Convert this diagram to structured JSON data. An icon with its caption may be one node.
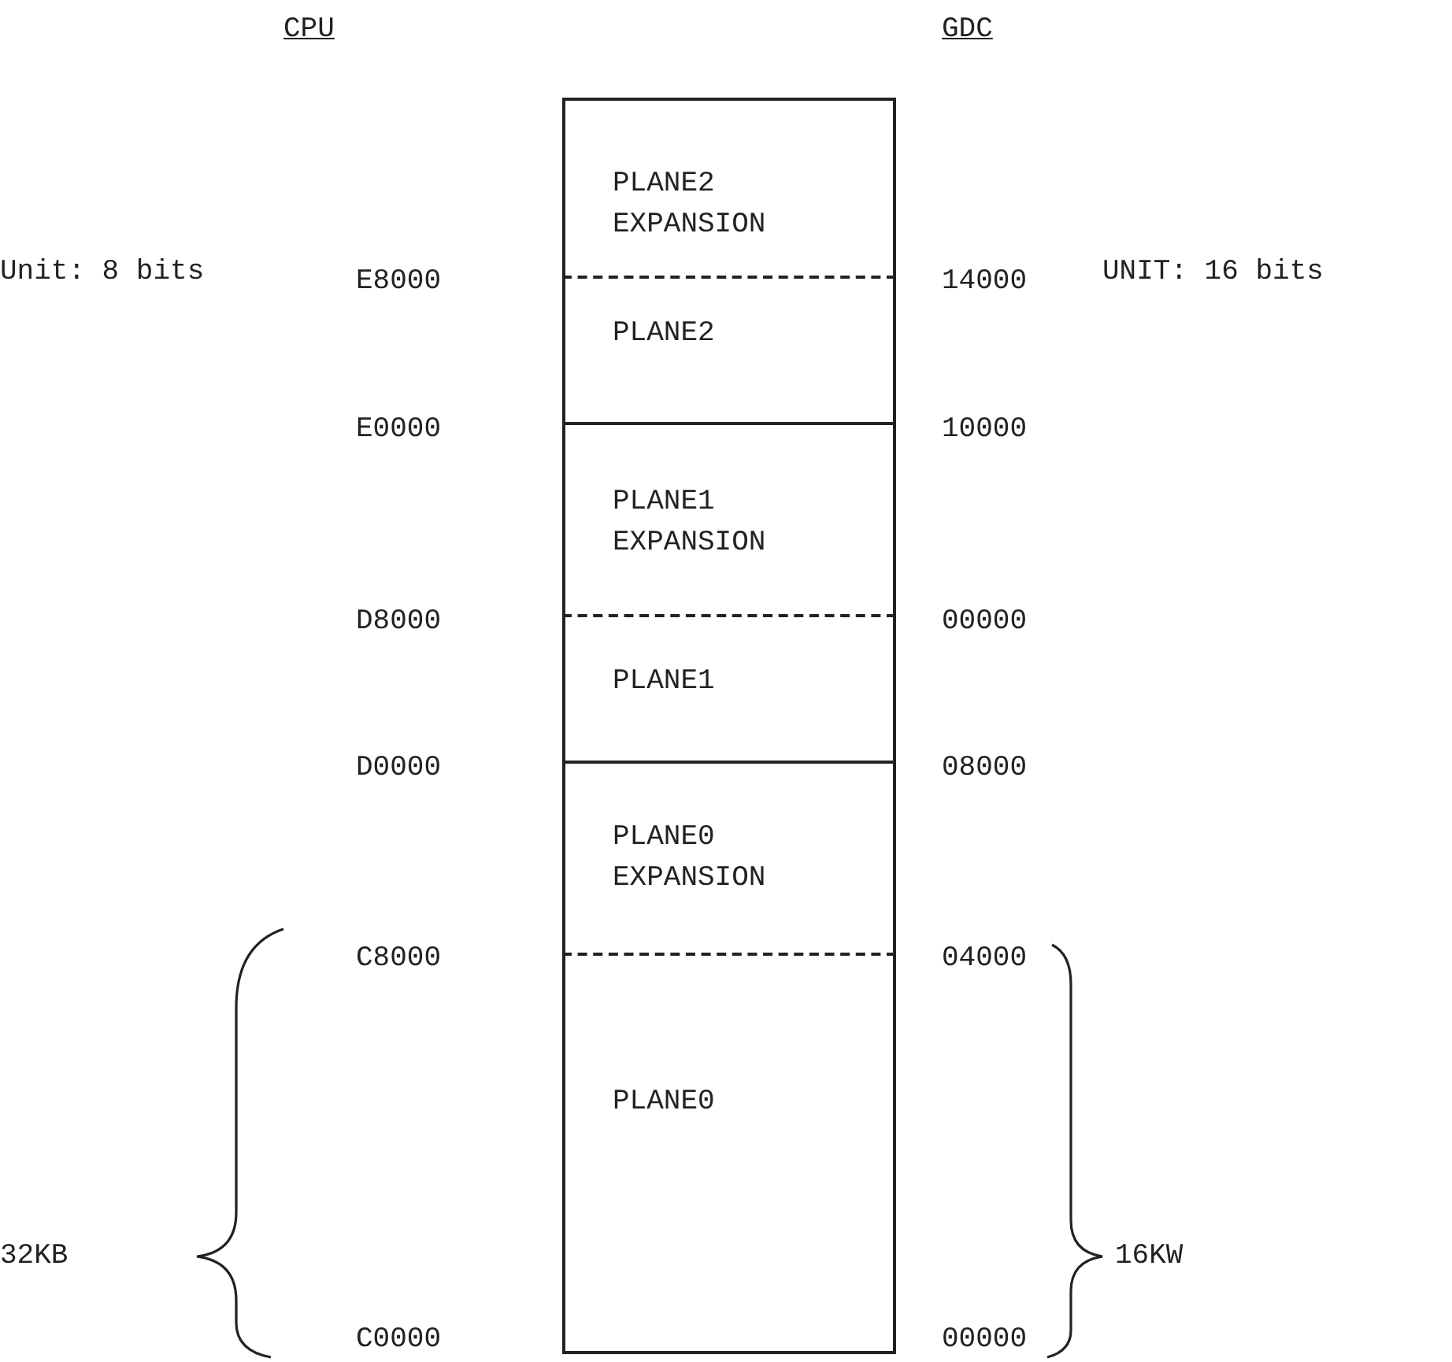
{
  "diagram": {
    "nodes": [
      {
        "text": [
          "PLANE2 EXPANSION"
        ]
      },
      {
        "text": [
          "PLANE2"
        ]
      },
      {
        "text": [
          "PLANE1 EXPANSION"
        ]
      },
      {
        "text": [
          "PLANE1"
        ]
      },
      {
        "text": [
          "PLANE0 EXPANSION"
        ]
      },
      {
        "text": [
          "PLANE0"
        ]
      }
    ],
    "labels": [
      "CPU",
      "GDC",
      "Unit: 8 bits",
      "UNIT: 16 bits",
      "E8000",
      "14000",
      "E0000",
      "10000",
      "D8000",
      "00000",
      "D0000",
      "08000",
      "C8000",
      "04000",
      "32KB",
      "16KW",
      "C0000",
      "00000"
    ]
  }
}
